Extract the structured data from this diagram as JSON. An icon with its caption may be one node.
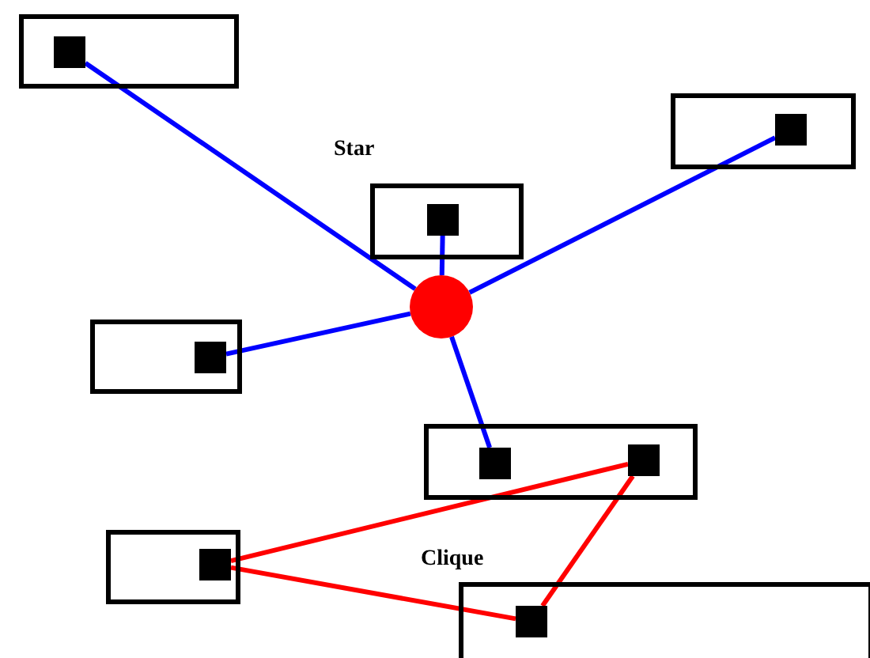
{
  "diagram": {
    "nodes": [
      {
        "text": [],
        "shape": "box"
      },
      {
        "text": [],
        "shape": "square",
        "in": 0
      },
      {
        "text": [],
        "shape": "box"
      },
      {
        "text": [],
        "shape": "square",
        "in": 2
      },
      {
        "text": [],
        "shape": "box"
      },
      {
        "text": [],
        "shape": "square",
        "in": 4
      },
      {
        "text": [],
        "shape": "circle"
      },
      {
        "text": [],
        "shape": "box"
      },
      {
        "text": [],
        "shape": "square",
        "in": 7
      },
      {
        "text": [],
        "shape": "box"
      },
      {
        "text": [],
        "shape": "square",
        "in": 9
      },
      {
        "text": [],
        "shape": "square",
        "in": 9
      },
      {
        "text": [],
        "shape": "box"
      },
      {
        "text": [],
        "shape": "square",
        "in": 12
      },
      {
        "text": [],
        "shape": "box"
      },
      {
        "text": [],
        "shape": "square",
        "in": 14
      }
    ],
    "edges": [
      {
        "from": 1,
        "to": 6,
        "arrow": "none"
      },
      {
        "from": 3,
        "to": 6,
        "arrow": "none"
      },
      {
        "from": 5,
        "to": 6,
        "arrow": "none"
      },
      {
        "from": 8,
        "to": 6,
        "arrow": "none"
      },
      {
        "from": 10,
        "to": 6,
        "arrow": "none"
      },
      {
        "from": 11,
        "to": 13,
        "arrow": "none",
        "color": "#ff0000"
      },
      {
        "from": 11,
        "to": 15,
        "arrow": "none",
        "color": "#ff0000"
      },
      {
        "from": 13,
        "to": 15,
        "arrow": "none",
        "color": "#ff0000"
      }
    ],
    "labels": [
      "Star",
      "Clique"
    ]
  }
}
